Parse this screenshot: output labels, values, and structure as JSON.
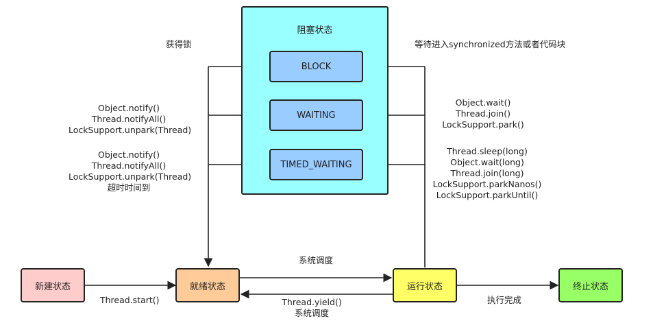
{
  "colors": {
    "group_fill": "#99ffff",
    "inner_state_fill": "#99ccff",
    "new_fill": "#ffcccc",
    "ready_fill": "#ffcc99",
    "running_fill": "#ffff66",
    "terminated_fill": "#99ff66",
    "stroke": "#222222"
  },
  "group": {
    "title": "阻塞状态"
  },
  "states": {
    "block": "BLOCK",
    "waiting": "WAITING",
    "timed_waiting": "TIMED_WAITING",
    "new": "新建状态",
    "ready": "就绪状态",
    "running": "运行状态",
    "terminated": "终止状态"
  },
  "labels": {
    "acquire_lock": "获得锁",
    "wait_sync": "等待进入synchronized方法或者代码块",
    "notify_waiting": [
      "Object.notify()",
      "Thread.notifyAll()",
      "LockSupport.unpark(Thread)"
    ],
    "notify_timed": [
      "Object.notify()",
      "Thread.notifyAll()",
      "LockSupport.unpark(Thread)",
      "超时时间到"
    ],
    "to_waiting": [
      "Object.wait()",
      "Thread.join()",
      "LockSupport.park()"
    ],
    "to_timed": [
      "Thread.sleep(long)",
      "Object.wait(long)",
      "Thread.join(long)",
      "LockSupport.parkNanos()",
      "LockSupport.parkUntil()"
    ],
    "scheduling": "系统调度",
    "thread_start": "Thread.start()",
    "yield": [
      "Thread.yield()",
      "系统调度"
    ],
    "finish": "执行完成"
  }
}
